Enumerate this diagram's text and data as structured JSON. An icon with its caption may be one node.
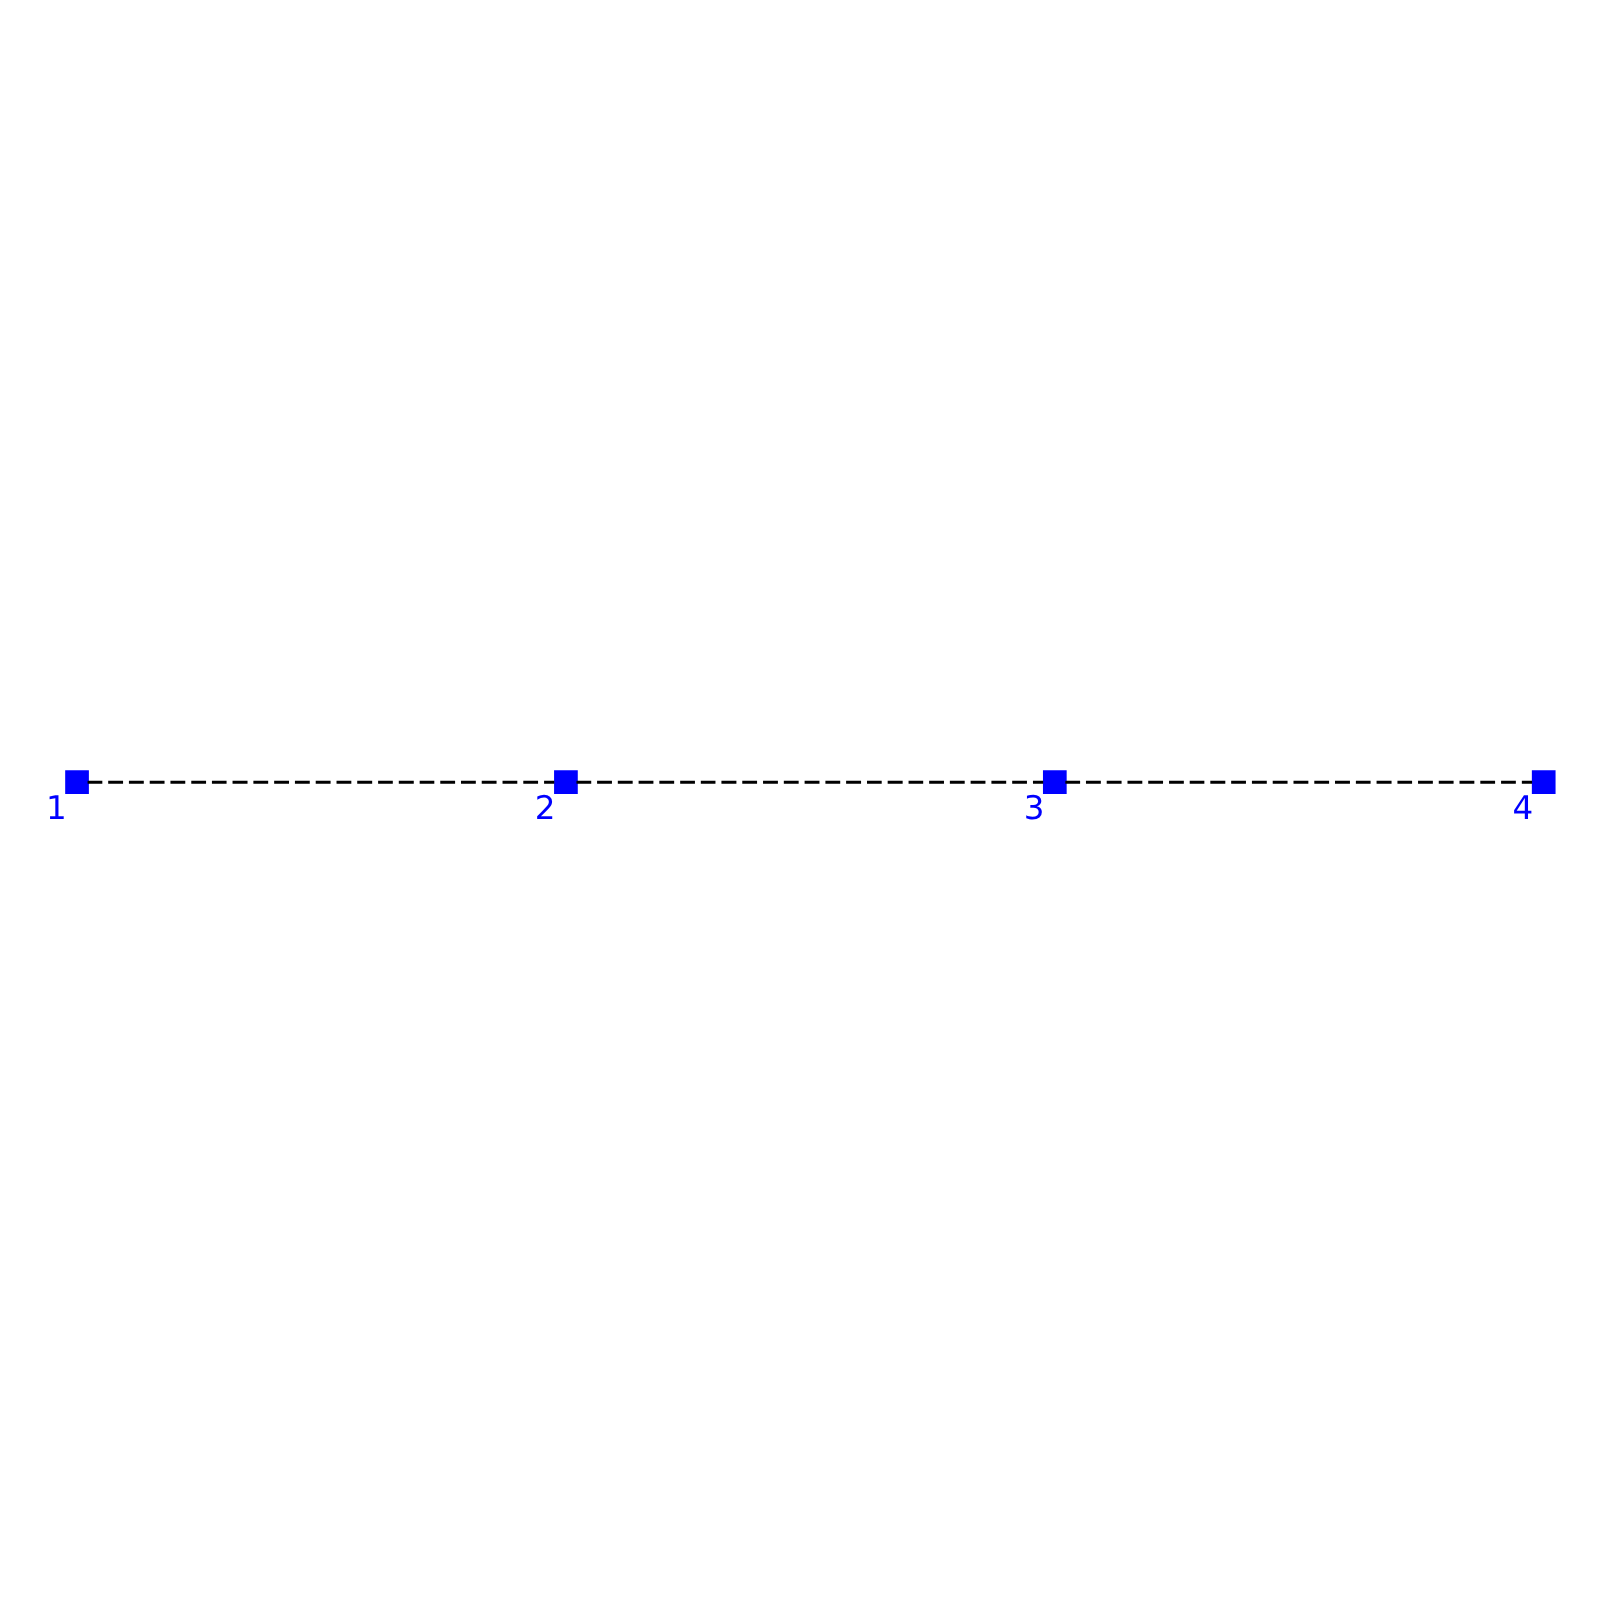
{
  "diagram": {
    "nodes": [
      {
        "text": [],
        "shape": "box",
        "beside": [
          "1"
        ]
      },
      {
        "text": [],
        "shape": "box",
        "beside": [
          "2"
        ]
      },
      {
        "text": [],
        "shape": "box",
        "beside": [
          "3"
        ]
      },
      {
        "text": [],
        "shape": "box",
        "beside": [
          "4"
        ]
      }
    ],
    "edges": [
      {
        "from": 0,
        "to": 1,
        "arrow": "none",
        "style": "dashed"
      },
      {
        "from": 1,
        "to": 2,
        "arrow": "none",
        "style": "dashed"
      },
      {
        "from": 2,
        "to": 3,
        "arrow": "none",
        "style": "dashed"
      }
    ]
  }
}
